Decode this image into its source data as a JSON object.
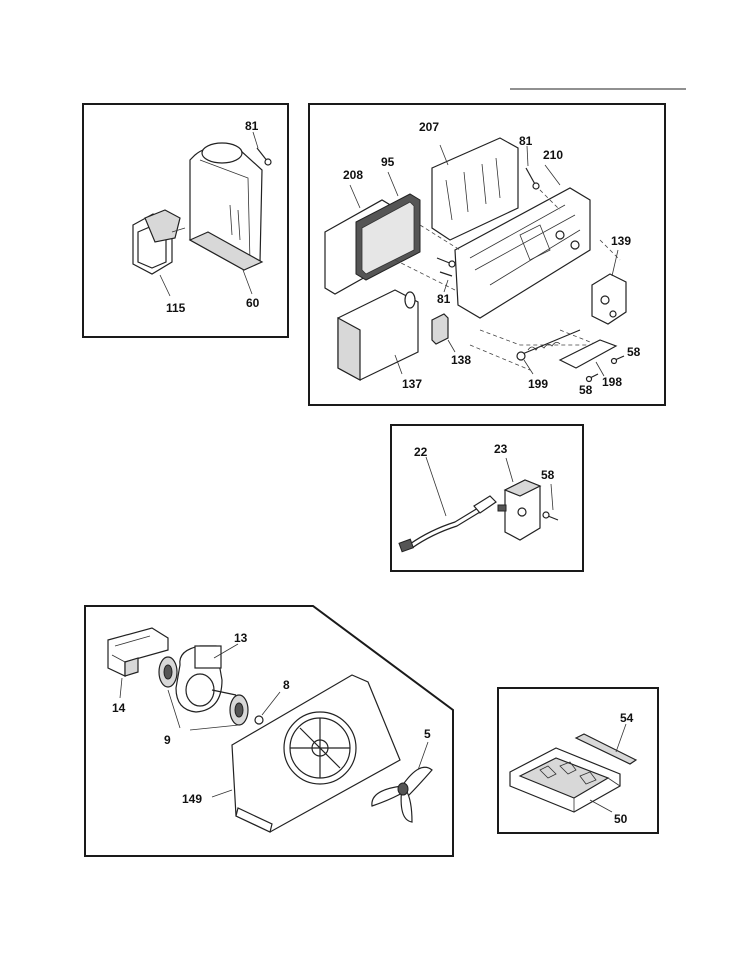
{
  "diagram": {
    "panels": {
      "top_left": {
        "labels": [
          "81",
          "115",
          "60"
        ]
      },
      "top_right": {
        "labels": [
          "207",
          "81",
          "210",
          "208",
          "95",
          "139",
          "81",
          "138",
          "137",
          "58",
          "199",
          "198",
          "58"
        ]
      },
      "middle": {
        "labels": [
          "22",
          "23",
          "58"
        ]
      },
      "bottom_left": {
        "labels": [
          "13",
          "14",
          "8",
          "9",
          "5",
          "149"
        ]
      },
      "bottom_right": {
        "labels": [
          "54",
          "50"
        ]
      }
    }
  },
  "colors": {
    "line": "#222222",
    "background": "#ffffff",
    "fill_grey": "#d8d8d8"
  }
}
